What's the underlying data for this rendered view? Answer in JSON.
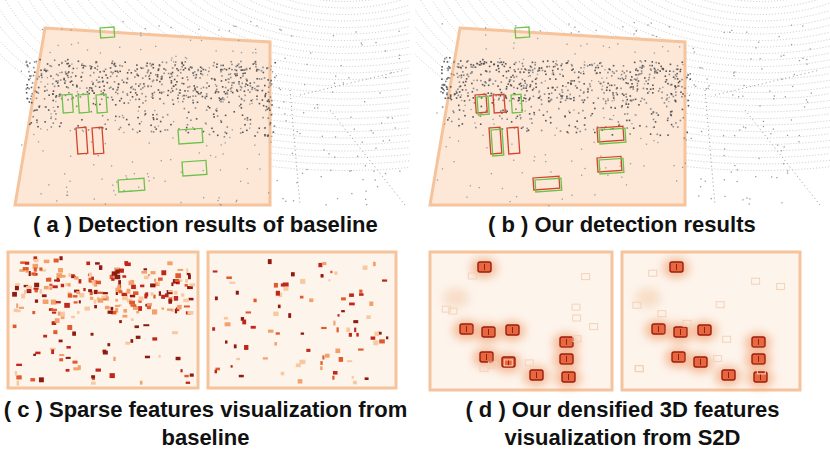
{
  "diagram": {
    "labels": [
      "( a ) Detection results of baseline",
      "( b ) Our detection results",
      "( c ) Sparse features visualization from baseline",
      "( d ) Our densified 3D features visualization from S2D"
    ]
  }
}
